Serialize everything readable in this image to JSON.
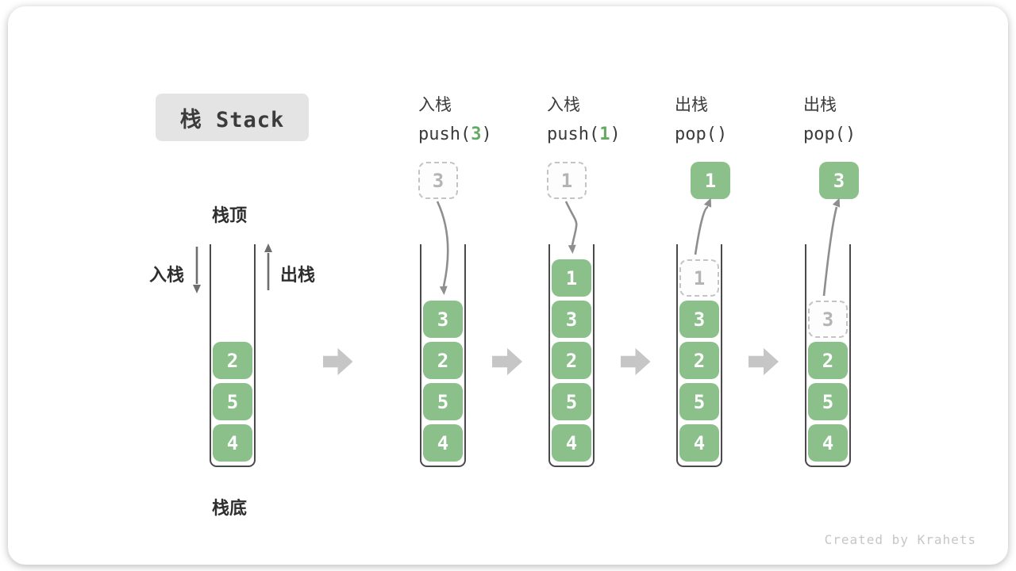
{
  "title": "栈 Stack",
  "watermark": "Created by Krahets",
  "left_labels": {
    "top": "栈顶",
    "bottom": "栈底",
    "push": "入栈",
    "pop": "出栈"
  },
  "colors": {
    "item_green": "#8BC08B",
    "arg_green": "#64A964",
    "ghost_border": "#C4C4C4",
    "ghost_text": "#B4B4B4",
    "title_bg": "#E4E4E4",
    "ink": "#3B3B3B",
    "curve_arrow": "#8E8E8E",
    "straight_arrow": "#6E6E6E",
    "block_arrow": "#C6C6C6",
    "watermark_gray": "#C6C6C6"
  },
  "columns": [
    {
      "items": [
        "4",
        "5",
        "2"
      ]
    },
    {
      "items": [
        "4",
        "5",
        "2",
        "3"
      ],
      "header": {
        "label": "入栈",
        "fn": "push(",
        "arg": "3",
        "close": ")"
      },
      "float": {
        "value": "3",
        "style": "dashed"
      },
      "arrow": "push"
    },
    {
      "items": [
        "4",
        "5",
        "2",
        "3",
        "1"
      ],
      "header": {
        "label": "入栈",
        "fn": "push(",
        "arg": "1",
        "close": ")"
      },
      "float": {
        "value": "1",
        "style": "dashed"
      },
      "arrow": "push"
    },
    {
      "items": [
        "4",
        "5",
        "2",
        "3"
      ],
      "ghost": "1",
      "header": {
        "label": "出栈",
        "fn": "pop(",
        "arg": "",
        "close": ")"
      },
      "float": {
        "value": "1",
        "style": "solid"
      },
      "arrow": "pop"
    },
    {
      "items": [
        "4",
        "5",
        "2"
      ],
      "ghost": "3",
      "header": {
        "label": "出栈",
        "fn": "pop(",
        "arg": "",
        "close": ")"
      },
      "float": {
        "value": "3",
        "style": "solid"
      },
      "arrow": "pop"
    }
  ]
}
